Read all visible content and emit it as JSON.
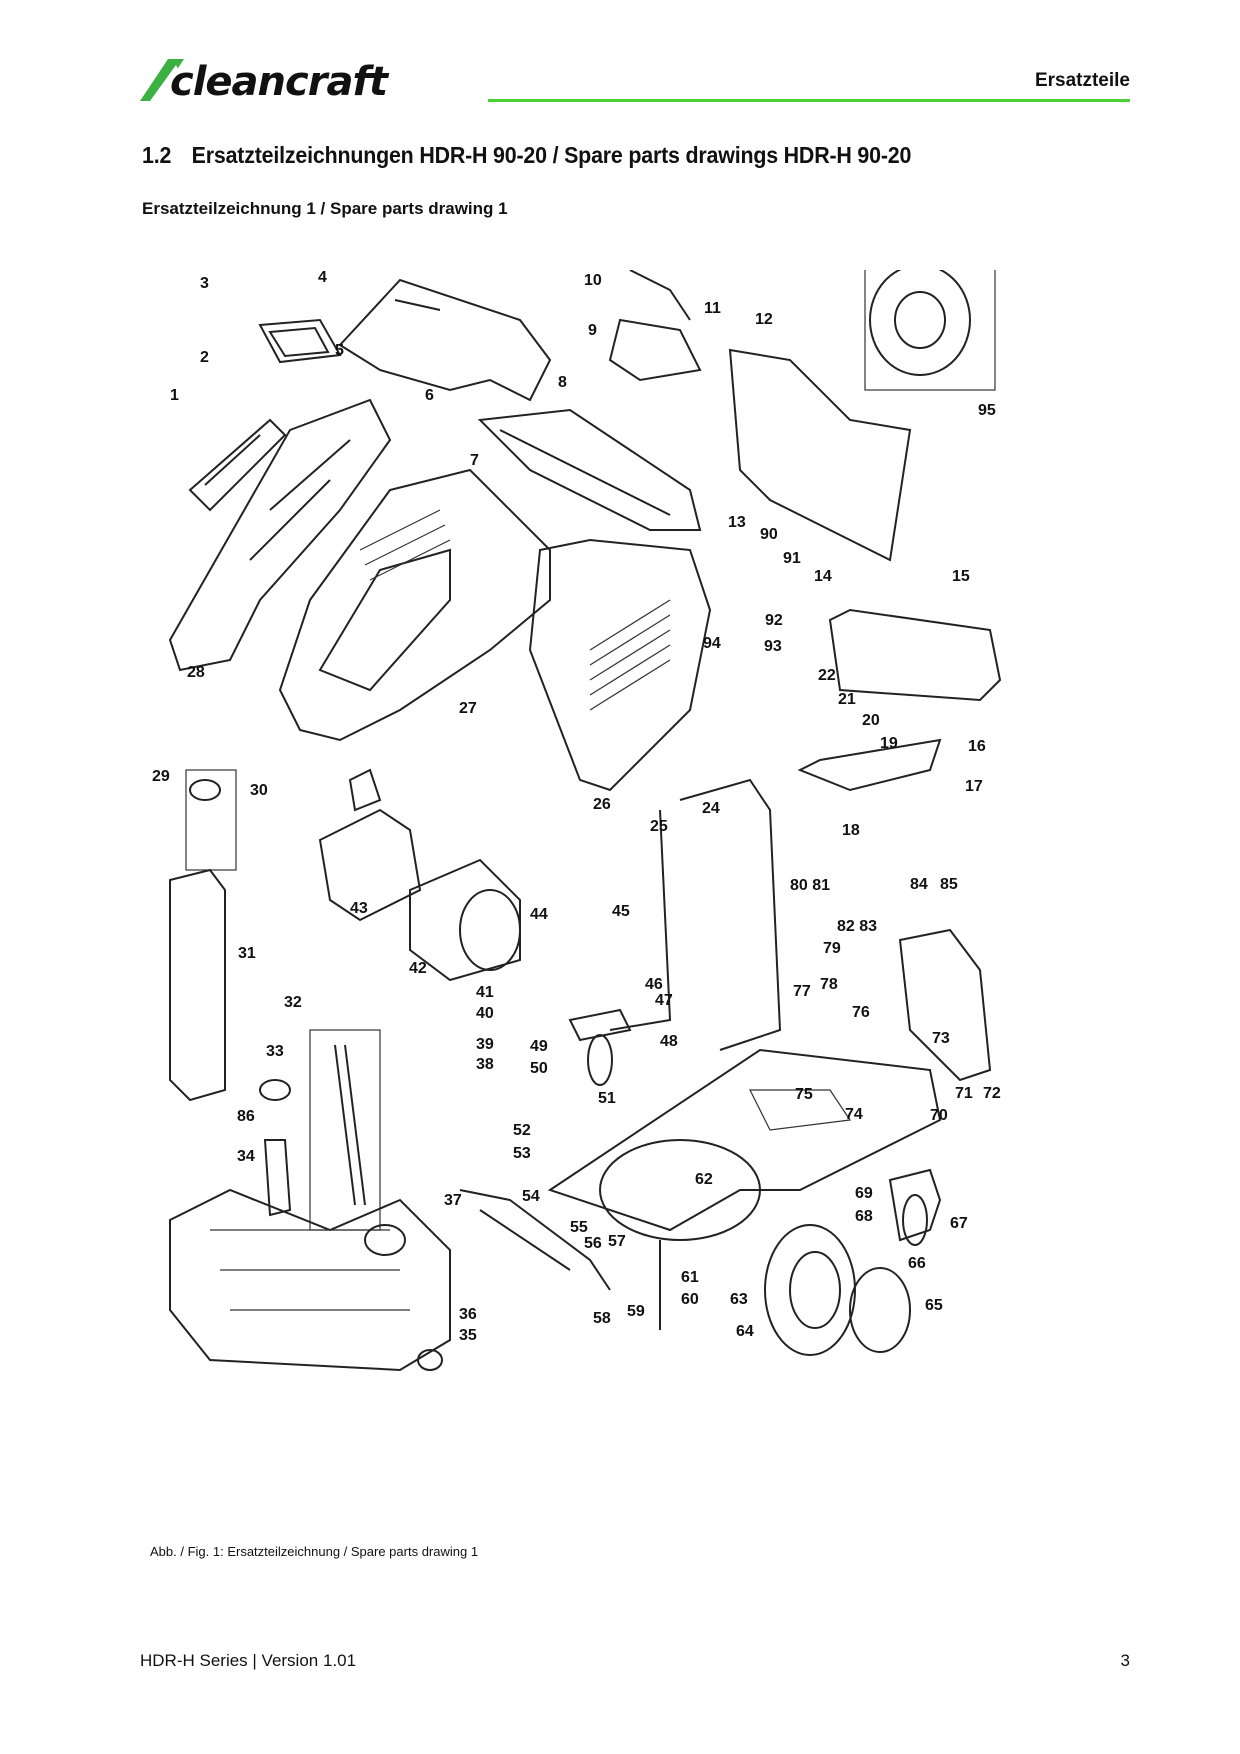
{
  "header": {
    "brand": "cleancraft",
    "section": "Ersatzteile",
    "brand_color": "#4cd137"
  },
  "title": {
    "number": "1.2",
    "text": "Ersatzteilzeichnungen HDR-H 90-20 / Spare parts drawings HDR-H 90-20"
  },
  "subtitle": "Ersatzteilzeichnung 1 / Spare parts drawing 1",
  "drawing": {
    "callouts": [
      "1",
      "2",
      "3",
      "4",
      "5",
      "6",
      "7",
      "8",
      "9",
      "10",
      "11",
      "12",
      "13",
      "14",
      "15",
      "16",
      "17",
      "18",
      "19",
      "20",
      "21",
      "22",
      "24",
      "25",
      "26",
      "27",
      "28",
      "29",
      "30",
      "31",
      "32",
      "33",
      "34",
      "35",
      "36",
      "37",
      "38",
      "39",
      "40",
      "41",
      "42",
      "43",
      "44",
      "45",
      "46",
      "47",
      "48",
      "49",
      "50",
      "51",
      "52",
      "53",
      "54",
      "55",
      "56",
      "57",
      "58",
      "59",
      "60",
      "61",
      "62",
      "63",
      "64",
      "65",
      "66",
      "67",
      "68",
      "69",
      "70",
      "71",
      "72",
      "73",
      "74",
      "75",
      "76",
      "77",
      "78",
      "79",
      "80 81",
      "82 83",
      "84",
      "85",
      "86",
      "90",
      "91",
      "92",
      "93",
      "94",
      "95"
    ]
  },
  "caption": "Abb. / Fig. 1: Ersatzteilzeichnung / Spare parts drawing 1",
  "footer": {
    "doc": "HDR-H Series | Version 1.01",
    "page": "3"
  }
}
